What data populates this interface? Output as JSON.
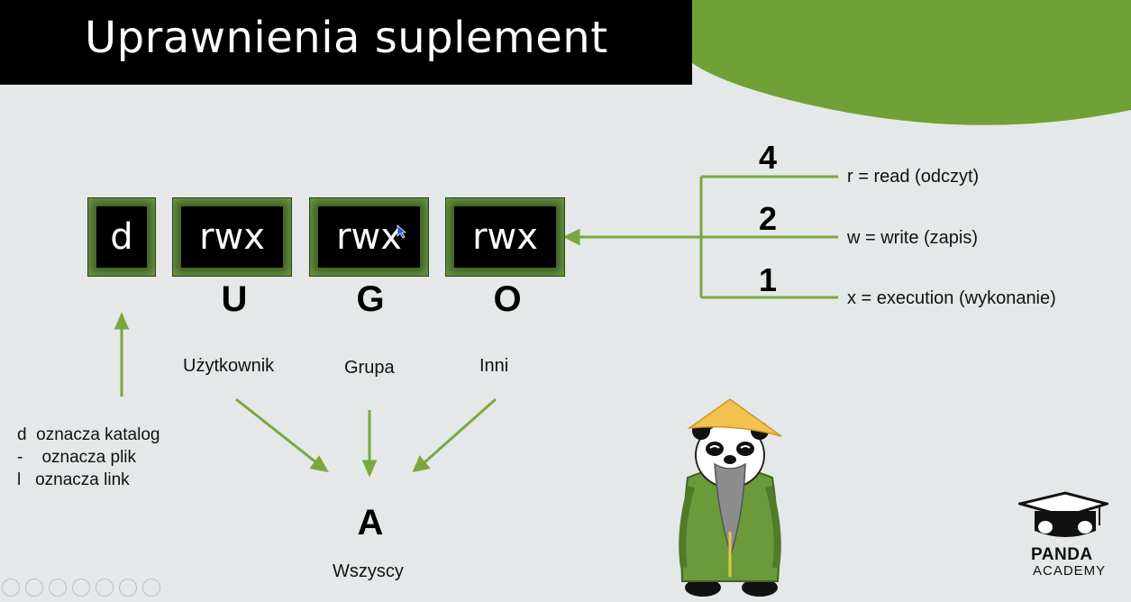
{
  "slide": {
    "title": "Uprawnienia suplement"
  },
  "permissions": [
    {
      "text": "d"
    },
    {
      "text": "rwx",
      "letter": "U",
      "label": "Użytkownik"
    },
    {
      "text": "rwx",
      "letter": "G",
      "label": "Grupa"
    },
    {
      "text": "rwx",
      "letter": "O",
      "label": "Inni"
    }
  ],
  "all": {
    "letter": "A",
    "label": "Wszyscy"
  },
  "type_legend": [
    {
      "symbol": "d",
      "text": "oznacza katalog"
    },
    {
      "symbol": "-",
      "text": "oznacza plik"
    },
    {
      "symbol": "l",
      "text": "oznacza link"
    }
  ],
  "rights": [
    {
      "weight": "4",
      "text": "r = read (odczyt)"
    },
    {
      "weight": "2",
      "text": "w = write (zapis)"
    },
    {
      "weight": "1",
      "text": "x = execution (wykonanie)"
    }
  ],
  "logo": {
    "line1": "PANDA",
    "line2": "ACADEMY"
  },
  "colors": {
    "accent_green": "#6fa136",
    "arrow_green": "#7aa83e",
    "title_bg": "#000000",
    "background": "#e4e8e9"
  }
}
